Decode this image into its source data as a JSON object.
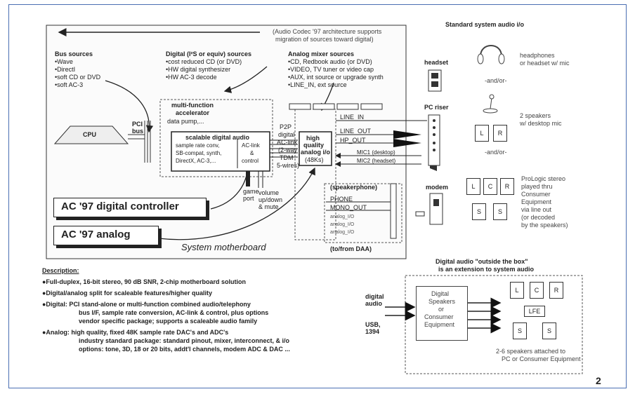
{
  "top_note": [
    "(Audio Codec '97 architecture supports",
    "migration of sources toward digital)"
  ],
  "bus_sources": {
    "title": "Bus sources",
    "items": [
      "•Wave",
      "•DirectI",
      "•soft CD or DVD",
      "•soft AC-3"
    ]
  },
  "digital_sources": {
    "title": "Digital (I²S or equiv) sources",
    "items": [
      "•cost reduced CD (or DVD)",
      "•HW digital synthesizer",
      "•HW AC-3 decode"
    ]
  },
  "analog_sources": {
    "title": "Analog mixer sources",
    "items": [
      "•CD, Redbook audio (or DVD)",
      "•VIDEO, TV tuner or video cap",
      "•AUX, int source or upgrade synth",
      "•LINE_IN, ext source"
    ]
  },
  "cpu": "CPU",
  "pci_bus": [
    "PCI",
    "bus"
  ],
  "accelerator": [
    "multi-function",
    "accelerator",
    "data pump,..."
  ],
  "scalable": {
    "title": "scalable digital audio",
    "items": [
      "sample rate conv,",
      "SB-compat, synth,",
      "DirectX, AC-3,..."
    ]
  },
  "aclink": [
    "AC-link",
    "&",
    "control"
  ],
  "p2p": [
    "P2P",
    "digital",
    "AC-link",
    "(2-way",
    "TDM",
    "5-wires)"
  ],
  "analog_io": [
    "high",
    "quality",
    "analog i/o",
    "(48Ks)"
  ],
  "signals": [
    "LINE_IN",
    "LINE_OUT",
    "HP_OUT",
    "MIC1 (desktop)",
    "MIC2 (headset)"
  ],
  "speakerphone": "(speakerphone)",
  "phone_signals": [
    "PHONE",
    "MONO_OUT",
    "analog_I/O",
    "analog_I/O",
    "analog_I/O"
  ],
  "daa": "(to/from DAA)",
  "game_port": [
    "game",
    "port"
  ],
  "volume": [
    "volume",
    "up/down",
    "& mute"
  ],
  "controller_label": "AC '97 digital controller",
  "analog_label": "AC '97 analog",
  "motherboard": "System motherboard",
  "right_title": "Standard system audio i/o",
  "headset": "headset",
  "pc_riser": "PC riser",
  "modem": "modem",
  "headphones": [
    "headphones",
    "or headset w/ mic"
  ],
  "andor": "-and/or-",
  "two_speakers": [
    "2 speakers",
    "w/ desktop mic"
  ],
  "prologic": [
    "ProLogic stereo",
    "played thru",
    "Consumer",
    "Equipment",
    "via line out",
    "(or decoded",
    "by the speakers)"
  ],
  "speaker_labels": {
    "L": "L",
    "C": "C",
    "R": "R",
    "S": "S",
    "LFE": "LFE"
  },
  "outside_title": [
    "Digital audio \"outside the box\"",
    "is an extension to system audio"
  ],
  "digital_audio_in": [
    "digital",
    "audio"
  ],
  "usb": [
    "USB,",
    "1394"
  ],
  "consumer_box": [
    "Digital",
    "Speakers",
    "or",
    "Consumer",
    "Equipment"
  ],
  "speaker_note": [
    "2-6 speakers attached to",
    "PC or Consumer Equipment"
  ],
  "description": {
    "title": "Description:",
    "lines": [
      "●Full-duplex, 16-bit stereo, 90 dB SNR, 2-chip motherboard solution",
      "●Digital/analog split for scaleable features/higher quality",
      "●Digital: PCI stand-alone or multi-function combined audio/telephony",
      "bus I/F, sample rate conversion, AC-link & control, plus options",
      "vendor specific package; supports a scaleable audio family",
      "●Analog: high quality, fixed 48K sample rate DAC's and ADC's",
      "industry standard package: standard pinout, mixer, interconnect, & i/o",
      "options: tone, 3D, 18 or 20 bits, addt'l channels, modem ADC & DAC ..."
    ]
  },
  "page_number": "2"
}
